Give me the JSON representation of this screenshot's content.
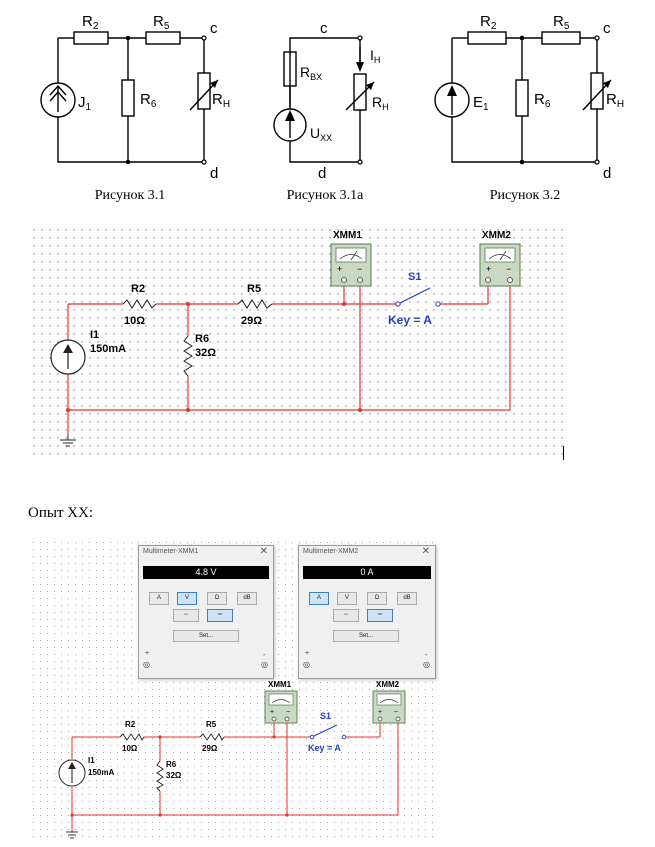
{
  "figures": {
    "fig1": {
      "caption": "Рисунок 3.1",
      "r2": "R",
      "r2_sub": "2",
      "r5": "R",
      "r5_sub": "5",
      "r6": "R",
      "r6_sub": "6",
      "rh": "R",
      "rh_sub": "H",
      "src": "J",
      "src_sub": "1",
      "node_c": "c",
      "node_d": "d"
    },
    "fig1a": {
      "caption": "Рисунок 3.1а",
      "rvx": "R",
      "rvx_sub": "BX",
      "ih": "I",
      "ih_sub": "H",
      "rh": "R",
      "rh_sub": "H",
      "uxx": "U",
      "uxx_sub": "XX",
      "node_c": "c",
      "node_d": "d"
    },
    "fig2": {
      "caption": "Рисунок 3.2",
      "r2": "R",
      "r2_sub": "2",
      "r5": "R",
      "r5_sub": "5",
      "r6": "R",
      "r6_sub": "6",
      "rh": "R",
      "rh_sub": "H",
      "src": "E",
      "src_sub": "1",
      "node_c": "c",
      "node_d": "d"
    }
  },
  "schematic1": {
    "xmm1": "XMM1",
    "xmm2": "XMM2",
    "s1": "S1",
    "key": "Key = A",
    "r2": "R2",
    "r2_val": "10Ω",
    "r5": "R5",
    "r5_val": "29Ω",
    "r6": "R6",
    "r6_val": "32Ω",
    "i1": "I1",
    "i1_val": "150mA"
  },
  "section_heading": "Опыт XX:",
  "multimeter1": {
    "title": "Multimeter-XMM1",
    "display": "4.8 V",
    "btn_a": "A",
    "btn_v": "V",
    "btn_ohm": "Ω",
    "btn_db": "dB",
    "set": "Set...",
    "plus": "+",
    "minus": "-",
    "selected": "V"
  },
  "multimeter2": {
    "title": "Multimeter-XMM2",
    "display": "0 A",
    "btn_a": "A",
    "btn_v": "V",
    "btn_ohm": "Ω",
    "btn_db": "dB",
    "set": "Set...",
    "plus": "+",
    "minus": "-",
    "selected": "A"
  },
  "schematic2": {
    "xmm1": "XMM1",
    "xmm2": "XMM2",
    "s1": "S1",
    "key": "Key = A",
    "r2": "R2",
    "r2_val": "10Ω",
    "r5": "R5",
    "r5_val": "29Ω",
    "r6": "R6",
    "r6_val": "32Ω",
    "i1": "I1",
    "i1_val": "150mA"
  },
  "colors": {
    "wire": "#e8322e",
    "label_blue": "#1f3fd0",
    "meter_fill": "#c9d9c2",
    "meter_border": "#5a7a50"
  }
}
